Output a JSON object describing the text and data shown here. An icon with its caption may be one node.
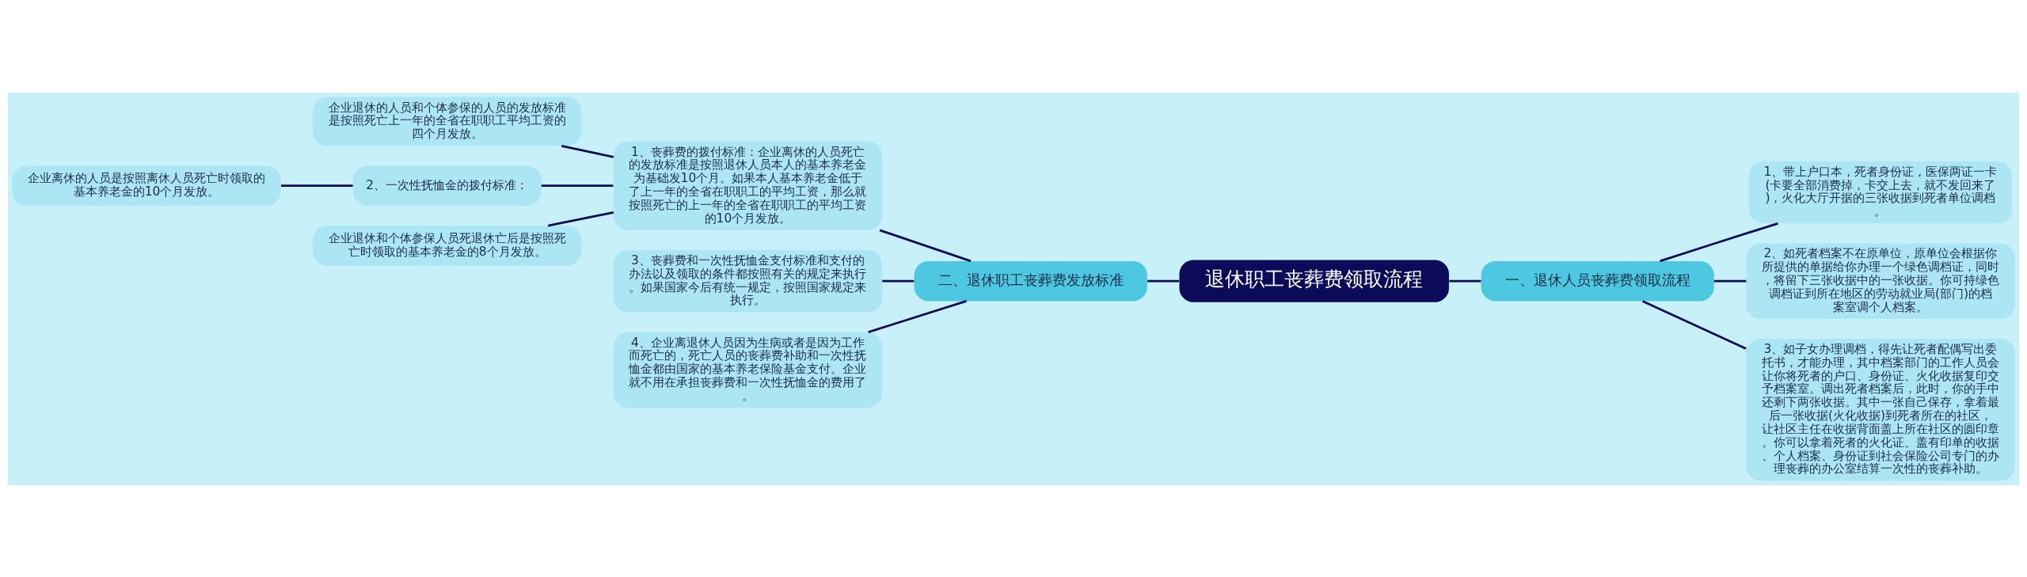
{
  "diagram": {
    "nodes": [
      {
        "text": [
          "退休职工丧葬费领取流程"
        ]
      },
      {
        "text": [
          "二、退休职工丧葬费发放标准"
        ]
      },
      {
        "text": [
          "1、丧葬费的拨付标准：企业离休的人员死亡的发放标准是按照退休人员本人的基本养老金为基础发10个月。如果本人基本养老金低于了上一年的全省在职职工的平均工资，那么就按照死亡的上一年的全省在职职工的平均工资的10个月发放。"
        ]
      },
      {
        "text": [
          "企业退休的人员和个体参保的人员的发放标准是按照死亡上一年的全省在职职工平均工资的四个月发放。"
        ]
      },
      {
        "text": [
          "2、一次性抚恤金的拨付标准："
        ]
      },
      {
        "text": [
          "企业离休的人员是按照离休人员死亡时领取的基本养老金的10个月发放。"
        ]
      },
      {
        "text": [
          "企业退休和个体参保人员死退休亡后是按照死亡时领取的基本养老金的8个月发放。"
        ]
      },
      {
        "text": [
          "3、丧葬费和一次性抚恤金支付标准和支付的办法以及领取的条件都按照有关的规定来执行。如果国家今后有统一规定，按照国家规定来执行。"
        ]
      },
      {
        "text": [
          "4、企业离退休人员因为生病或者是因为工作而死亡的，死亡人员的丧葬费补助和一次性抚恤金都由国家的基本养老保险基金支付。企业就不用在承担丧葬费和一次性抚恤金的费用了。"
        ]
      },
      {
        "text": [
          "一、退休人员丧葬费领取流程"
        ]
      },
      {
        "text": [
          "1、带上户口本，死者身份证，医保两证一卡(卡要全部消费掉，卡交上去，就不发回来了)，火化大厅开据的三张收据到死者单位调档。"
        ]
      },
      {
        "text": [
          "2、如死者档案不在原单位，原单位会根据你所提供的单据给你办理一个绿色调档证，同时，将留下三张收据中的一张收据。你可持绿色调档证到所在地区的劳动就业局(部门)的档案室调个人档案。"
        ]
      },
      {
        "text": [
          "3、如子女办理调档，得先让死者配偶写出委托书，才能办理，其中档案部门的工作人员会让你将死者的户口、身份证、火化收据复印交予档案室。调出死者档案后，此时，你的手中还剩下两张收据。其中一张自己保存，拿着最后一张收据(火化收据)到死者所在的社区，让社区主任在收据背面盖上所在社区的圆印章。你可以拿着死者的火化证、盖有印单的收据、个人档案、身份证到社会保险公司专门的办理丧葬的办公室结算一次性的丧葬补助。"
        ]
      }
    ],
    "edges": [
      {
        "from": 0,
        "to": 1,
        "arrow": "none"
      },
      {
        "from": 1,
        "to": 2,
        "arrow": "none"
      },
      {
        "from": 2,
        "to": 3,
        "arrow": "none"
      },
      {
        "from": 2,
        "to": 4,
        "arrow": "none"
      },
      {
        "from": 4,
        "to": 5,
        "arrow": "none"
      },
      {
        "from": 2,
        "to": 6,
        "arrow": "none"
      },
      {
        "from": 1,
        "to": 7,
        "arrow": "none"
      },
      {
        "from": 1,
        "to": 8,
        "arrow": "none"
      },
      {
        "from": 0,
        "to": 9,
        "arrow": "none"
      },
      {
        "from": 9,
        "to": 10,
        "arrow": "none"
      },
      {
        "from": 9,
        "to": 11,
        "arrow": "none"
      },
      {
        "from": 9,
        "to": 12,
        "arrow": "none"
      }
    ]
  }
}
